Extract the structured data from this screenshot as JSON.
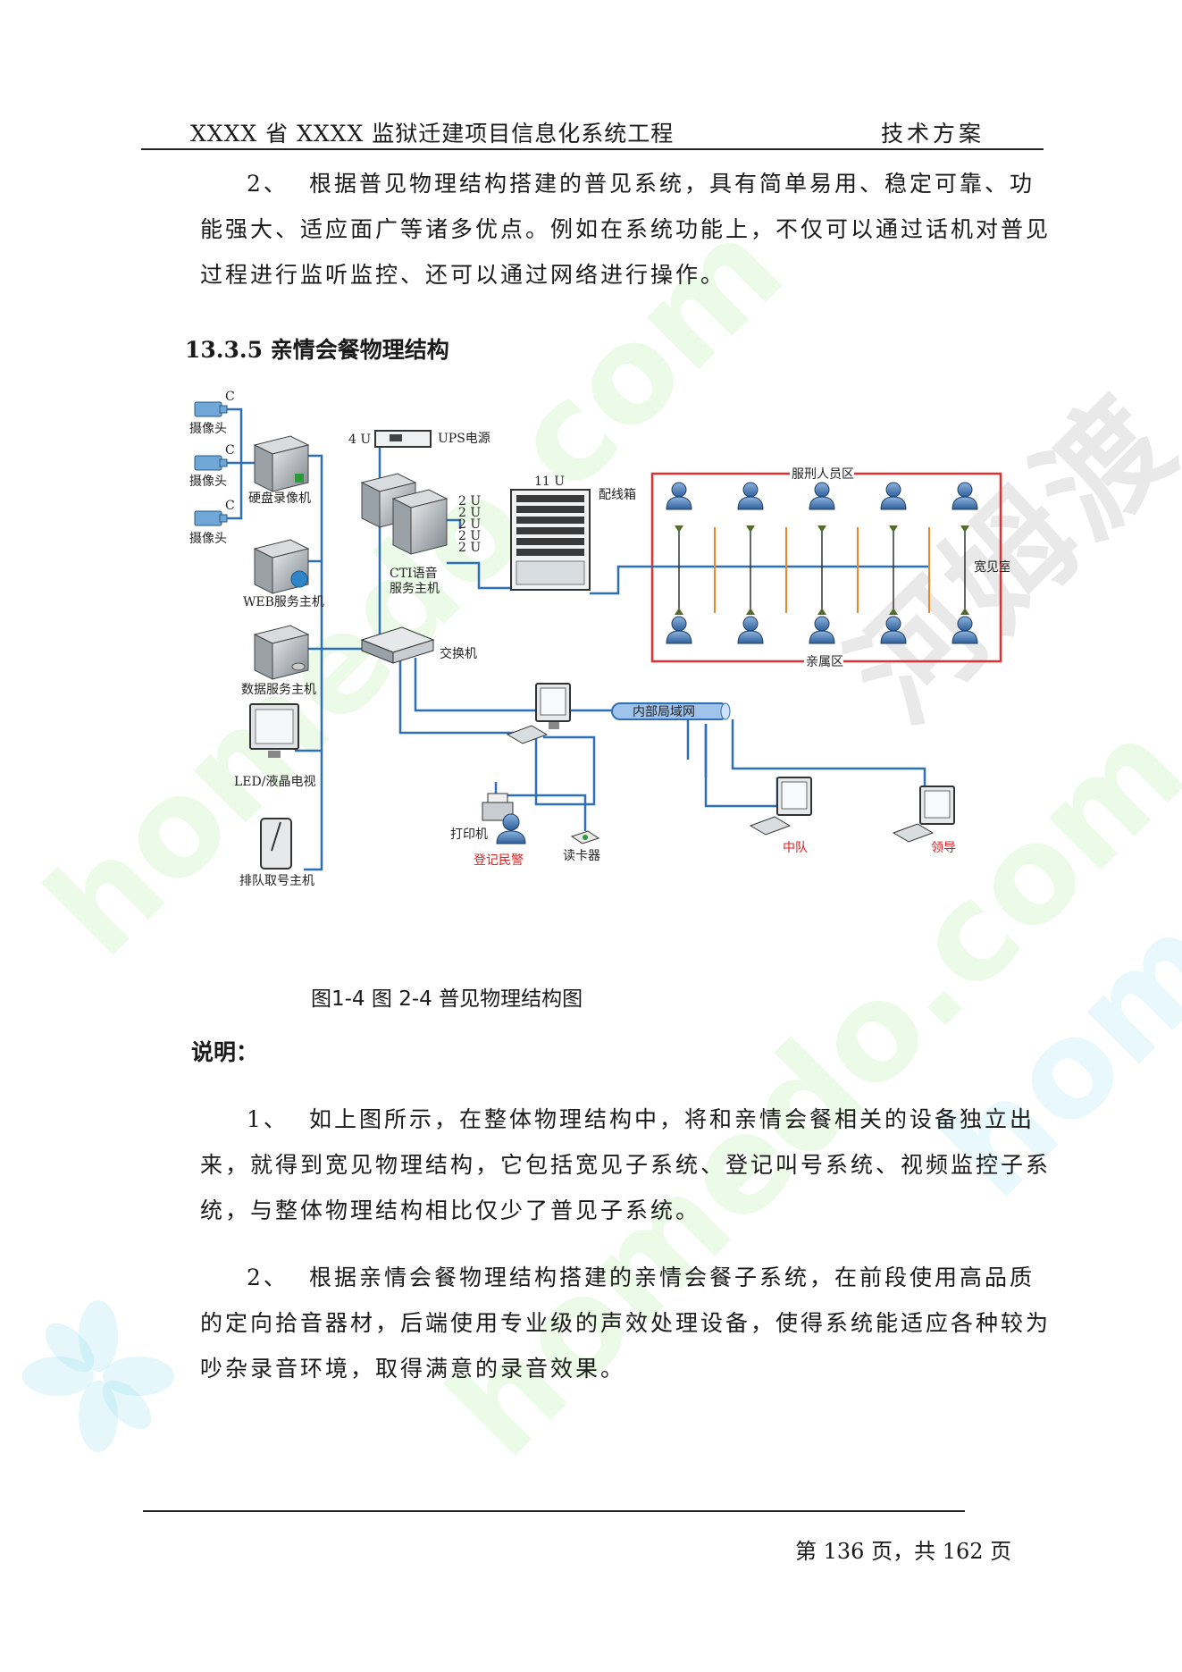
{
  "header": {
    "left": "XXXX 省 XXXX 监狱迁建项目信息化系统工程",
    "right": "技术方案"
  },
  "intro_para": {
    "number": "2、",
    "text": "根据普见物理结构搭建的普见系统，具有简单易用、稳定可靠、功能强大、适应面广等诸多优点。例如在系统功能上，不仅可以通过话机对普见过程进行监听监控、还可以通过网络进行操作。"
  },
  "section_title": "13.3.5 亲情会餐物理结构",
  "diagram": {
    "camera_c": "C",
    "camera": "摄像头",
    "dvr": "硬盘录像机",
    "web_host": "WEB服务主机",
    "db_host": "数据服务主机",
    "tv": "LED/液晶电视",
    "queue_host": "排队取号主机",
    "ups_u": "4 U",
    "ups": "UPS电源",
    "rack_u": "11 U",
    "cti_u": [
      "2 U",
      "2 U",
      "2 U",
      "2 U",
      "2 U"
    ],
    "patch": "配线箱",
    "cti_host_l1": "CTI语音",
    "cti_host_l2": "服务主机",
    "switch": "交换机",
    "inmate_zone": "服刑人员区",
    "family_zone": "亲属区",
    "meeting_room": "宽见室",
    "lan": "内部局域网",
    "printer": "打印机",
    "officer": "登记民警",
    "card_reader": "读卡器",
    "squad": "中队",
    "leader": "领导"
  },
  "caption": "图1-4 图 2-4 普见物理结构图",
  "note_title": "说明：",
  "paras": [
    {
      "number": "1、",
      "text": "如上图所示，在整体物理结构中，将和亲情会餐相关的设备独立出来，就得到宽见物理结构，它包括宽见子系统、登记叫号系统、视频监控子系统，与整体物理结构相比仅少了普见子系统。"
    },
    {
      "number": "2、",
      "text": "根据亲情会餐物理结构搭建的亲情会餐子系统，在前段使用高品质的定向拾音器材，后端使用专业级的声效处理设备，使得系统能适应各种较为吵杂录音环境，取得满意的录音效果。"
    }
  ],
  "footer": "第 136 页，共 162 页",
  "watermarks": [
    "homedo.com",
    "homedo.com",
    "homedo.com",
    "河姆渡"
  ],
  "colors": {
    "link_blue": "#2f6fb8",
    "zone_red": "#e03030",
    "orange_divider": "#e88a2a",
    "red_label": "#e02020"
  }
}
